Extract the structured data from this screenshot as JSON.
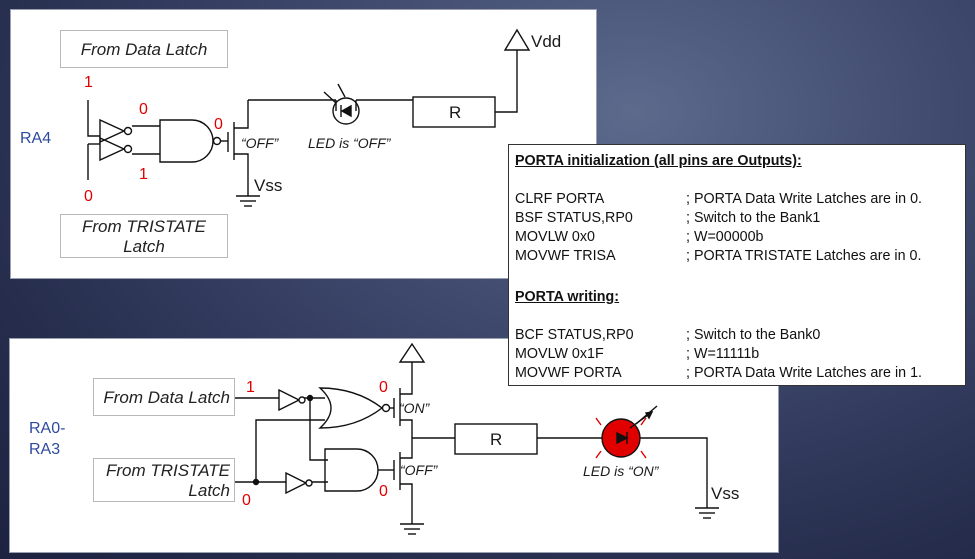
{
  "top_circuit": {
    "port_label": "RA4",
    "data_latch_label": "From Data Latch",
    "tristate_latch_label": "From TRISTATE Latch",
    "input_data_value": "1",
    "input_tristate_value": "0",
    "inverter_out_top": "0",
    "inverter_out_bottom": "1",
    "gate_output_value": "0",
    "transistor_state": "“OFF”",
    "led_state": "LED is “OFF”",
    "resistor_label": "R",
    "vdd_label": "Vdd",
    "vss_label": "Vss"
  },
  "bottom_circuit": {
    "port_label_line1": "RA0-",
    "port_label_line2": "RA3",
    "data_latch_label": "From Data Latch",
    "tristate_latch_line1": "From TRISTATE",
    "tristate_latch_line2": "Latch",
    "input_data_value": "1",
    "input_tristate_value": "0",
    "nor_output_value": "0",
    "and_output_value": "0",
    "pmos_state": "“ON”",
    "nmos_state": "“OFF”",
    "led_state": "LED is “ON”",
    "resistor_label": "R",
    "vss_label": "Vss"
  },
  "code": {
    "init_heading": "PORTA initialization (all pins are Outputs):",
    "init_lines": [
      {
        "cmd": "CLRF PORTA",
        "comment": "; PORTA Data Write Latches are in 0."
      },
      {
        "cmd": "BSF STATUS,RP0",
        "comment": "; Switch to the Bank1"
      },
      {
        "cmd": "MOVLW 0x0",
        "comment": "; W=00000b"
      },
      {
        "cmd": "MOVWF TRISA",
        "comment": "; PORTA TRISTATE Latches are in 0."
      }
    ],
    "write_heading": "PORTA writing:",
    "write_lines": [
      {
        "cmd": "BCF STATUS,RP0",
        "comment": "; Switch to the Bank0"
      },
      {
        "cmd": "MOVLW 0x1F",
        "comment": "; W=11111b"
      },
      {
        "cmd": "MOVWF PORTA",
        "comment": "; PORTA Data Write Latches are in 1."
      }
    ]
  },
  "colors": {
    "led_on": "#e00000",
    "port_label": "#2e4a9e",
    "value_label": "#e00000"
  }
}
